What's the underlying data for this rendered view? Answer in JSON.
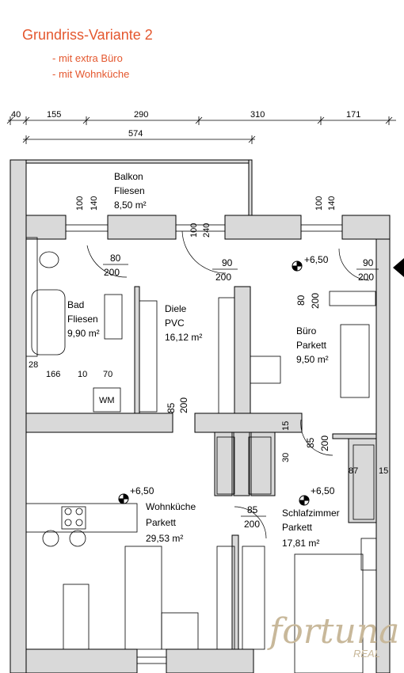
{
  "title": "Grundriss-Variante 2",
  "notes": [
    "- mit extra Büro",
    "- mit Wohnküche"
  ],
  "dimensions_top": [
    "40",
    "155",
    "290",
    "310",
    "171"
  ],
  "dimension_total": "574",
  "rooms": {
    "balkon": {
      "name": "Balkon",
      "floor": "Fliesen",
      "area": "8,50 m²"
    },
    "bad": {
      "name": "Bad",
      "floor": "Fliesen",
      "area": "9,90 m²"
    },
    "diele": {
      "name": "Diele",
      "floor": "PVC",
      "area": "16,12 m²"
    },
    "buero": {
      "name": "Büro",
      "floor": "Parkett",
      "area": "9,50 m²"
    },
    "wohnkueche": {
      "name": "Wohnküche",
      "floor": "Parkett",
      "area": "29,53 m²"
    },
    "schlafzimmer": {
      "name": "Schlafzimmer",
      "floor": "Parkett",
      "area": "17,81 m²"
    }
  },
  "elevations": {
    "top": "+6,50",
    "kitchen": "+6,50",
    "bedroom": "+6,50"
  },
  "openings": {
    "win_left_a": "100",
    "win_left_b": "140",
    "win_mid_a": "100",
    "win_mid_b": "240",
    "win_right_a": "100",
    "win_right_b": "140",
    "door_bad_w": "80",
    "door_bad_h": "200",
    "door_balk_w": "90",
    "door_balk_h": "200",
    "door_right_w": "90",
    "door_right_h": "200",
    "door_buero_w": "80",
    "door_buero_h": "200",
    "door_diele_w": "85",
    "door_diele_h": "200",
    "door_kitchen_w": "85",
    "door_kitchen_h": "200",
    "door_schlaf_w": "85",
    "door_schlaf_h": "200"
  },
  "small_dims": {
    "bad_a": "28",
    "bad_b": "166",
    "bad_c": "10",
    "bad_d": "70",
    "s15a": "15",
    "s30": "30",
    "s87": "87",
    "s15b": "15"
  },
  "wm_label": "WM",
  "logo": {
    "main": "fortuna",
    "sub": "REAL"
  }
}
